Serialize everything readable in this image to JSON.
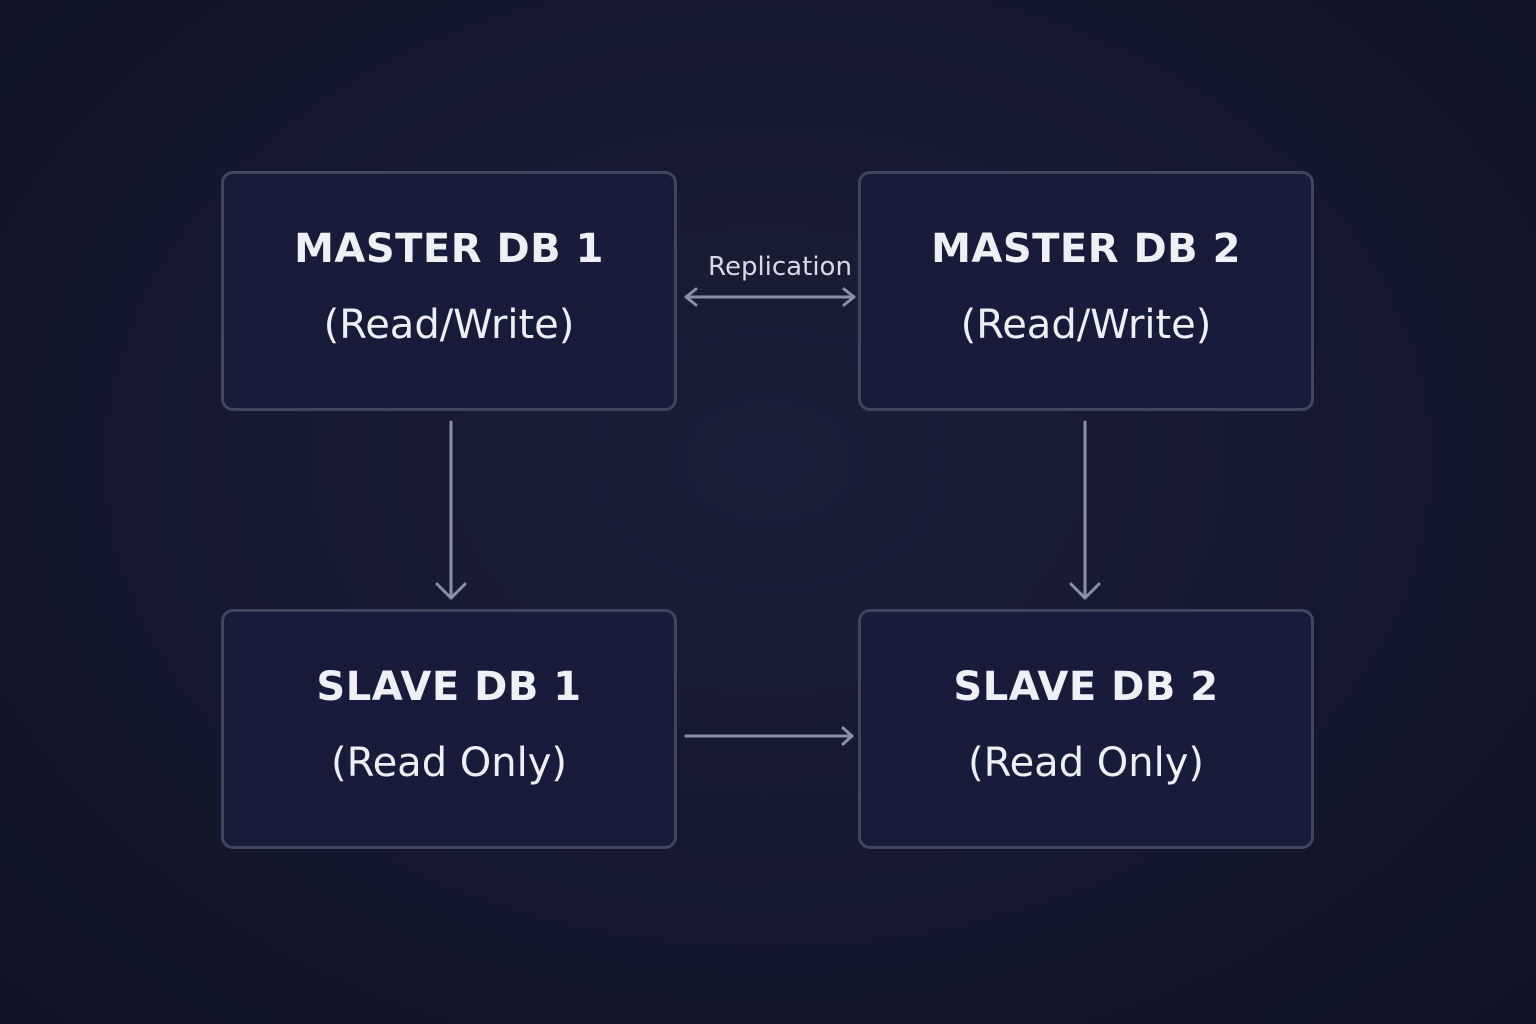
{
  "nodes": {
    "master1": {
      "title": "MASTER DB 1",
      "subtitle": "(Read/Write)"
    },
    "master2": {
      "title": "MASTER DB 2",
      "subtitle": "(Read/Write)"
    },
    "slave1": {
      "title": "SLAVE DB 1",
      "subtitle": "(Read Only)"
    },
    "slave2": {
      "title": "SLAVE DB 2",
      "subtitle": "(Read Only)"
    }
  },
  "edges": {
    "master_replication": {
      "label": "Replication",
      "from": "MASTER DB 1",
      "to": "MASTER DB 2",
      "bidirectional": true
    },
    "master1_to_slave1": {
      "from": "MASTER DB 1",
      "to": "SLAVE DB 1",
      "bidirectional": false
    },
    "master2_to_slave2": {
      "from": "MASTER DB 2",
      "to": "SLAVE DB 2",
      "bidirectional": false
    },
    "slave1_to_slave2": {
      "from": "SLAVE DB 1",
      "to": "SLAVE DB 2",
      "bidirectional": false
    }
  },
  "colors": {
    "background": "#161a31",
    "node_fill": "#181b3a",
    "node_border": "#3f465e",
    "text": "#eef0f6",
    "connector": "#8a90a8"
  }
}
